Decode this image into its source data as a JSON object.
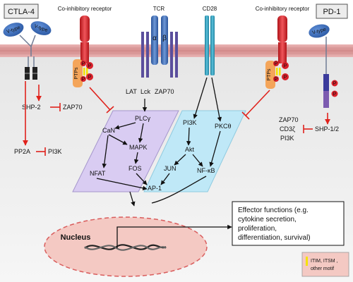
{
  "labels": {
    "ctla4": "CTLA-4",
    "pd1": "PD-1",
    "coinhib_left": "Co-inhibitory receptor",
    "coinhib_right": "Co-inhibitory receptor",
    "tcr": "TCR",
    "cd28": "CD28",
    "alpha": "α",
    "beta": "β",
    "vtype": "V-type",
    "ptps": "PTPs",
    "p": "P",
    "itim": "ITIM",
    "itsm": "ITSM"
  },
  "pathway": {
    "lat": "LAT",
    "lck": "Lck",
    "zap70_top": "ZAP70",
    "shp2": "SHP-2",
    "zap70_left": "ZAP70",
    "pp2a": "PP2A",
    "pi3k_left": "PI3K",
    "plcg": "PLCγ",
    "can": "CaN",
    "mapk": "MAPK",
    "fos": "FOS",
    "nfat": "NFAT",
    "pi3k": "PI3K",
    "pkct": "PKCθ",
    "akt": "Akt",
    "jun": "JUN",
    "nfkb": "NF-κB",
    "ap1": "AP-1",
    "zap70_right": "ZAP70",
    "cd3z": "CD3ζ",
    "pi3k_right": "PI3K",
    "shp12": "SHP-1/2",
    "nucleus": "Nucleus"
  },
  "effector": {
    "line1": "Effector functions (e.g.",
    "line2": "cytokine secretion,",
    "line3": "proliferation,",
    "line4": "differentiation, survival)"
  },
  "legend": {
    "line1": "ITIM, ITSM ,",
    "line2": "other motif"
  },
  "colors": {
    "inhibitory": "#e0221c",
    "receptor_red": "#d8202a",
    "tcr_blue": "#3c6db5",
    "cd28_teal": "#2a9ab8",
    "purple_box": "#d9ccf2",
    "blue_box": "#bfe8f7",
    "nucleus_fill": "#f4c9c3",
    "ptps_orange": "#f4a55a",
    "itim_yellow": "#f5e200"
  }
}
